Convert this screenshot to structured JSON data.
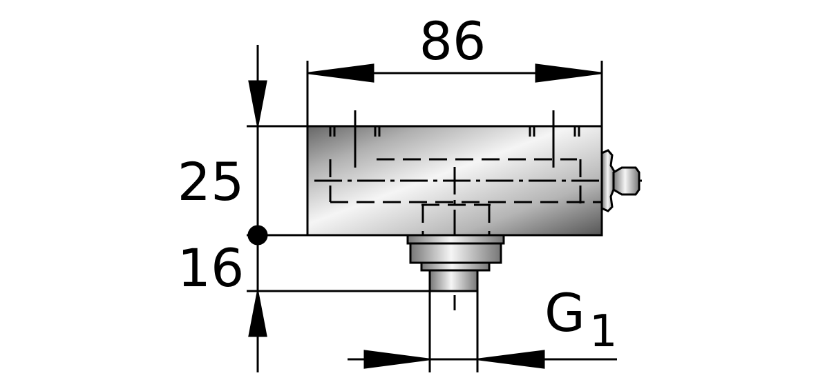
{
  "dimensions": {
    "width": "86",
    "height_body": "25",
    "height_fitting": "16",
    "thread_label": "G",
    "thread_subscript": "1"
  },
  "colors": {
    "line": "#000000",
    "metal_dark": "#555555",
    "metal_light": "#f4f4f4"
  }
}
